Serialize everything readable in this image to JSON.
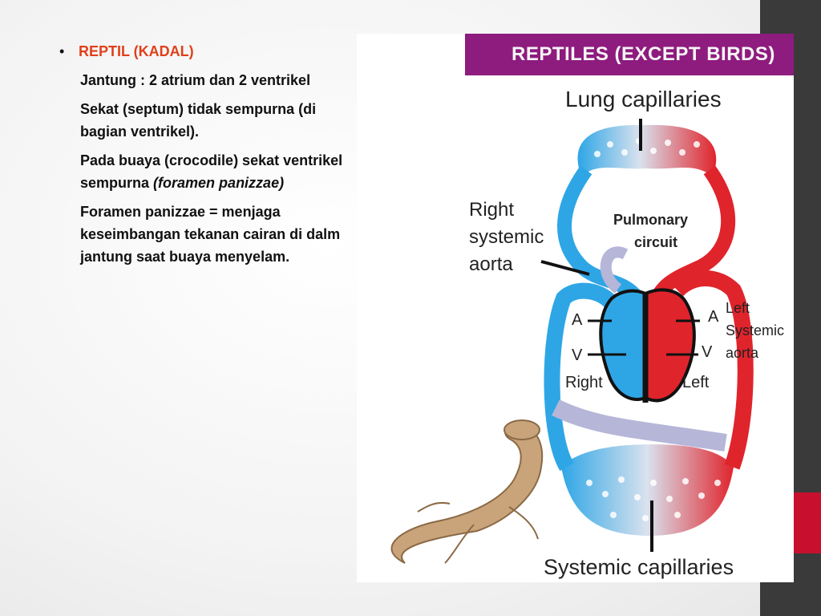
{
  "slide": {
    "heading": "REPTIL (KADAL)",
    "paragraphs": [
      "Jantung : 2 atrium dan 2 ventrikel",
      "Sekat (septum) tidak sempurna (di bagian ventrikel).",
      "Foramen panizzae = menjaga keseimbangan tekanan cairan di dalm jantung saat buaya menyelam."
    ],
    "crocodile_text": "Pada buaya (crocodile) sekat ventrikel sempurna",
    "crocodile_italic": "(foramen panizzae)"
  },
  "figure": {
    "title": "REPTILES (EXCEPT BIRDS)",
    "lung_label": "Lung capillaries",
    "systemic_label": "Systemic capillaries",
    "pulmonary_label_1": "Pulmonary",
    "pulmonary_label_2": "circuit",
    "right_aorta_1": "Right",
    "right_aorta_2": "systemic",
    "right_aorta_3": "aorta",
    "left_aorta_1": "Left",
    "left_aorta_2": "Systemic",
    "left_aorta_3": "aorta",
    "atrium_letter": "A",
    "ventricle_letter": "V",
    "right_side": "Right",
    "left_side": "Left"
  },
  "colors": {
    "heading": "#e0401a",
    "banner": "#8e1b7e",
    "sidebar": "#3a3a3a",
    "accent": "#c8102e"
  }
}
